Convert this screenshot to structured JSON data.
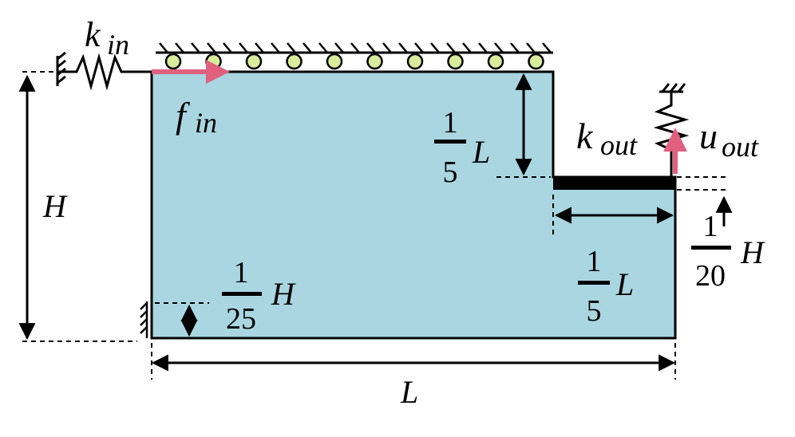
{
  "labels": {
    "k_in": "k",
    "k_in_sub": "in",
    "f_in": "f",
    "f_in_sub": "in",
    "k_out": "k",
    "k_out_sub": "out",
    "u_out": "u",
    "u_out_sub": "out",
    "H": "H",
    "L": "L"
  },
  "fractions": {
    "step_height": {
      "num": "1",
      "den": "5",
      "var": "L"
    },
    "step_width": {
      "num": "1",
      "den": "5",
      "var": "L"
    },
    "output_gap": {
      "num": "1",
      "den": "20",
      "var": "H"
    },
    "input_support": {
      "num": "1",
      "den": "25",
      "var": "H"
    }
  },
  "colors": {
    "domain_fill": "#a9d6e0",
    "arrow_pink": "#e0607e",
    "roller_fill": "#d9ec9b",
    "stroke": "#000000"
  },
  "roller_count": 10
}
